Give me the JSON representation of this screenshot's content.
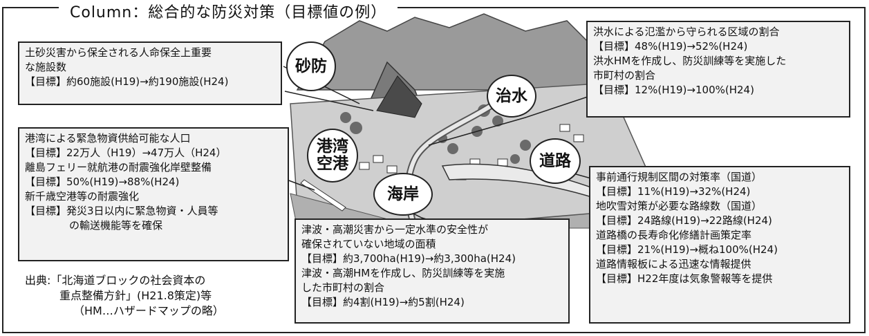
{
  "title": "Column：総合的な防災対策（目標値の例）",
  "badges": {
    "sabo": "砂防",
    "chisui": "治水",
    "port_line1": "港湾",
    "port_line2": "空港",
    "road": "道路",
    "coast": "海岸"
  },
  "boxes": {
    "sabo": {
      "lines": [
        "土砂災害から保全される人命保全上重要",
        "な施設数",
        "【目標】約60施設(H19)→約190施設(H24)"
      ]
    },
    "chisui": {
      "lines": [
        "洪水による氾濫から守られる区域の割合",
        "【目標】48%(H19)→52%(H24)",
        "洪水HMを作成し、防災訓練等を実施した",
        "市町村の割合",
        "【目標】12%(H19)→100%(H24)"
      ]
    },
    "port": {
      "lines": [
        "港湾による緊急物資供給可能な人口",
        "【目標】22万人（H19）→47万人（H24）",
        "離島フェリー就航港の耐震強化岸壁整備",
        "【目標】50%(H19)→88%(H24)",
        "新千歳空港等の耐震強化",
        "【目標】発災3日以内に緊急物資・人員等",
        "の輸送機能等を確保"
      ]
    },
    "road": {
      "lines": [
        "事前通行規制区間の対策率（国道）",
        "【目標】11%(H19)→32%(H24)",
        "地吹雪対策が必要な路線数（国道）",
        "【目標】24路線(H19)→22路線(H24)",
        "道路橋の長寿命化修繕計画策定率",
        "【目標】21%(H19)→概ね100%(H24)",
        "道路情報板による迅速な情報提供",
        "【目標】H22年度は気象警報等を提供"
      ]
    },
    "coast": {
      "lines": [
        "津波・高潮災害から一定水準の安全性が",
        "確保されていない地域の面積",
        "【目標】約3,700ha(H19)→約3,300ha(H24)",
        "津波・高潮HMを作成し、防災訓練等を実施",
        "した市町村の割合",
        "【目標】約4割(H19)→約5割(H24)"
      ]
    }
  },
  "source": {
    "line1": "出典:「北海道ブロックの社会資本の",
    "line2": "重点整備方針」(H21.8策定)等",
    "line3": "（HM…ハザードマップの略）"
  },
  "colors": {
    "box_fill": "#f2f2f2",
    "border": "#222222",
    "landscape": "#8a8a8a"
  }
}
